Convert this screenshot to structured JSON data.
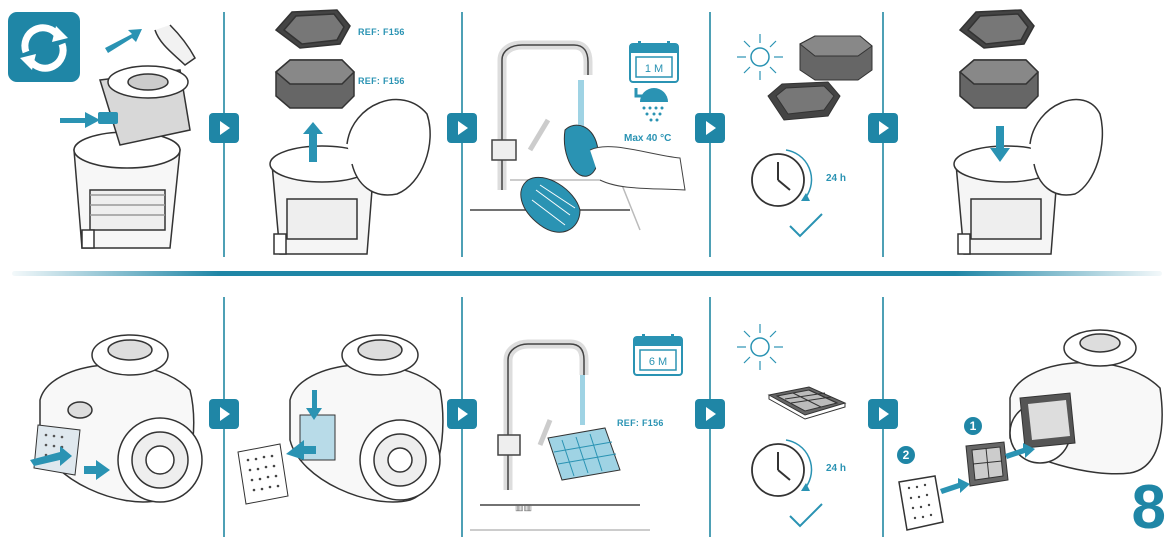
{
  "row1": {
    "step2": {
      "ref_top": "REF: F156",
      "ref_bottom": "REF: F156"
    },
    "step3": {
      "calendar": "1 M",
      "temperature": "Max 40 °C"
    },
    "step4": {
      "dry_time": "24 h"
    }
  },
  "row2": {
    "step3": {
      "calendar": "6 M",
      "ref": "REF: F156"
    },
    "step4": {
      "dry_time": "24 h"
    },
    "step5": {
      "order_1": "1",
      "order_2": "2"
    }
  },
  "page_number": "8",
  "colors": {
    "accent": "#1f86a6",
    "light_accent": "#2a93b3",
    "line": "#333333"
  },
  "icons": [
    "replace-cycle-icon",
    "next-step-icon",
    "calendar-icon",
    "shower-icon",
    "sun-icon",
    "clock-icon",
    "checkmark-icon",
    "arrow-icon"
  ]
}
